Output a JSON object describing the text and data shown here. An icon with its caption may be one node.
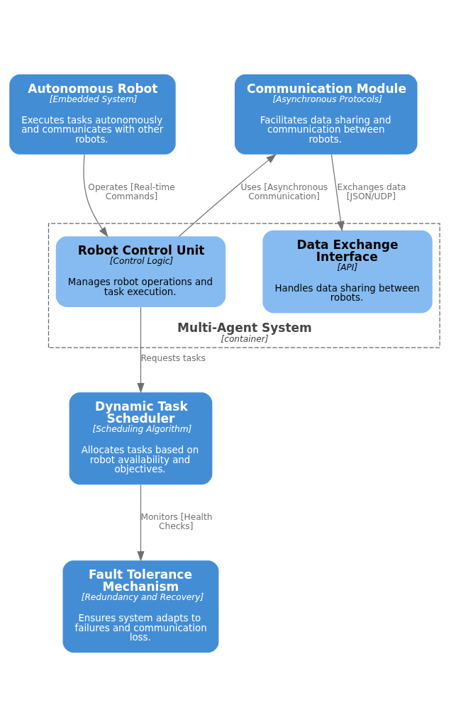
{
  "diagram": {
    "nodes": [
      {
        "text": [
          "Autonomous Robot",
          "[Embedded System]",
          "Executes tasks autonomously and communicates with other robots."
        ]
      },
      {
        "text": [
          "Communication Module",
          "[Asynchronous Protocols]",
          "Facilitates data sharing and communication between robots."
        ]
      },
      {
        "text": [
          "Multi-Agent System",
          "[container]"
        ]
      },
      {
        "text": [
          "Robot Control Unit",
          "[Control Logic]",
          "Manages robot operations and task execution."
        ],
        "in": 2
      },
      {
        "text": [
          "Data Exchange Interface",
          "[API]",
          "Handles data sharing between robots."
        ],
        "in": 2
      },
      {
        "text": [
          "Dynamic Task Scheduler",
          "[Scheduling Algorithm]",
          "Allocates tasks based on robot availability and objectives."
        ]
      },
      {
        "text": [
          "Fault Tolerance Mechanism",
          "[Redundancy and Recovery]",
          "Ensures system adapts to failures and communication loss."
        ]
      }
    ],
    "edges": [
      {
        "from": 0,
        "to": 3,
        "arrow": "to",
        "label": "Operates [Real-time Commands]"
      },
      {
        "from": 3,
        "to": 1,
        "arrow": "to",
        "label": "Uses [Asynchronous Communication]"
      },
      {
        "from": 1,
        "to": 4,
        "arrow": "to",
        "label": "Exchanges data [JSON/UDP]"
      },
      {
        "from": 3,
        "to": 5,
        "arrow": "to",
        "label": "Requests tasks"
      },
      {
        "from": 5,
        "to": 6,
        "arrow": "to",
        "label": "Monitors [Health Checks]"
      }
    ]
  }
}
